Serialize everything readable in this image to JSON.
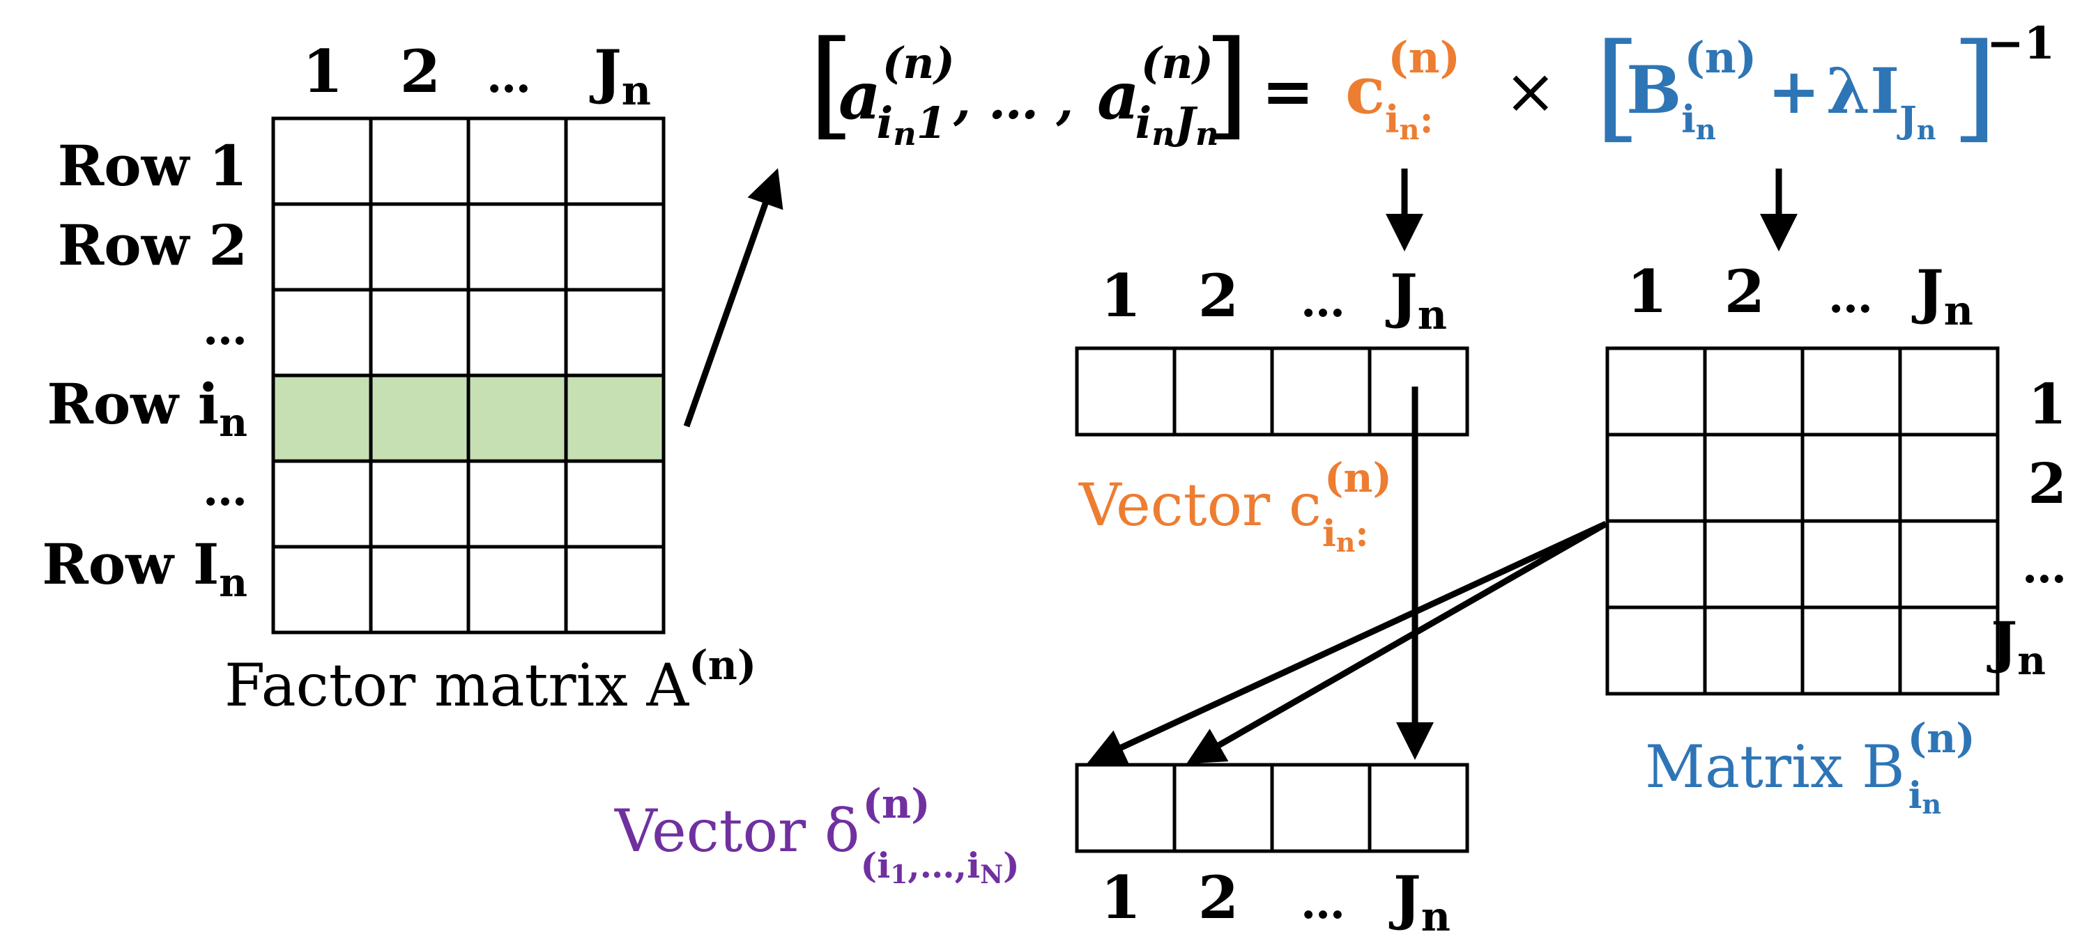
{
  "colors": {
    "orange": "#ED7D31",
    "blue": "#2E75B6",
    "purple": "#7030A0",
    "highlight": "#C6E0B4",
    "ink": "#000000"
  },
  "factor_matrix": {
    "col_labels": [
      {
        "main": "1"
      },
      {
        "main": "2"
      },
      {
        "main": "…"
      },
      {
        "main": "J",
        "sub": "n"
      }
    ],
    "row_labels": [
      {
        "main": "Row 1"
      },
      {
        "main": "Row 2"
      },
      {
        "main": "…"
      },
      {
        "main": "Row i",
        "sub": "n",
        "highlight": true
      },
      {
        "main": "…"
      },
      {
        "main": "Row I",
        "sub": "n"
      }
    ],
    "caption": {
      "main": "Factor matrix A",
      "sup": "(n)"
    }
  },
  "equation": {
    "bracket_open": "[",
    "bracket_close": "]",
    "a1": {
      "main": "a",
      "sup": "(n)",
      "sub": "i",
      "sub2": "n",
      "sub3": "1"
    },
    "ellipsis": ", … ,",
    "a2": {
      "main": "a",
      "sup": "(n)",
      "sub": "i",
      "sub2": "n",
      "sub3": "J",
      "sub4": "n"
    },
    "equals": "=",
    "c": {
      "main": "c",
      "sup": "(n)",
      "sub": "i",
      "sub2": "n",
      "sub3": ":"
    },
    "times": "×",
    "b": {
      "main": "B",
      "sup": "(n)",
      "sub": "i",
      "sub2": "n"
    },
    "plus": "+",
    "lambda": "λI",
    "lambda_sub": "J",
    "lambda_sub2": "n",
    "inverse": "−1"
  },
  "vector_c": {
    "col_labels": [
      {
        "main": "1"
      },
      {
        "main": "2"
      },
      {
        "main": "…"
      },
      {
        "main": "J",
        "sub": "n"
      }
    ],
    "caption": {
      "main": "Vector c",
      "sup": "(n)",
      "sub": "i",
      "sub2": "n",
      "sub3": ":"
    }
  },
  "matrix_b": {
    "col_labels": [
      {
        "main": "1"
      },
      {
        "main": "2"
      },
      {
        "main": "…"
      },
      {
        "main": "J",
        "sub": "n"
      }
    ],
    "row_labels": [
      {
        "main": "1"
      },
      {
        "main": "2"
      },
      {
        "main": "…"
      },
      {
        "main": "J",
        "sub": "n"
      }
    ],
    "caption": {
      "main": "Matrix B",
      "sup": "(n)",
      "sub": "i",
      "sub2": "n"
    }
  },
  "vector_delta": {
    "col_labels": [
      {
        "main": "1"
      },
      {
        "main": "2"
      },
      {
        "main": "…"
      },
      {
        "main": "J",
        "sub": "n"
      }
    ],
    "caption": {
      "main": "Vector δ",
      "sup": "(n)",
      "sub": "(i",
      "sub2": "1",
      "sub3": ",…,i",
      "sub4": "N",
      "sub5": ")"
    }
  }
}
